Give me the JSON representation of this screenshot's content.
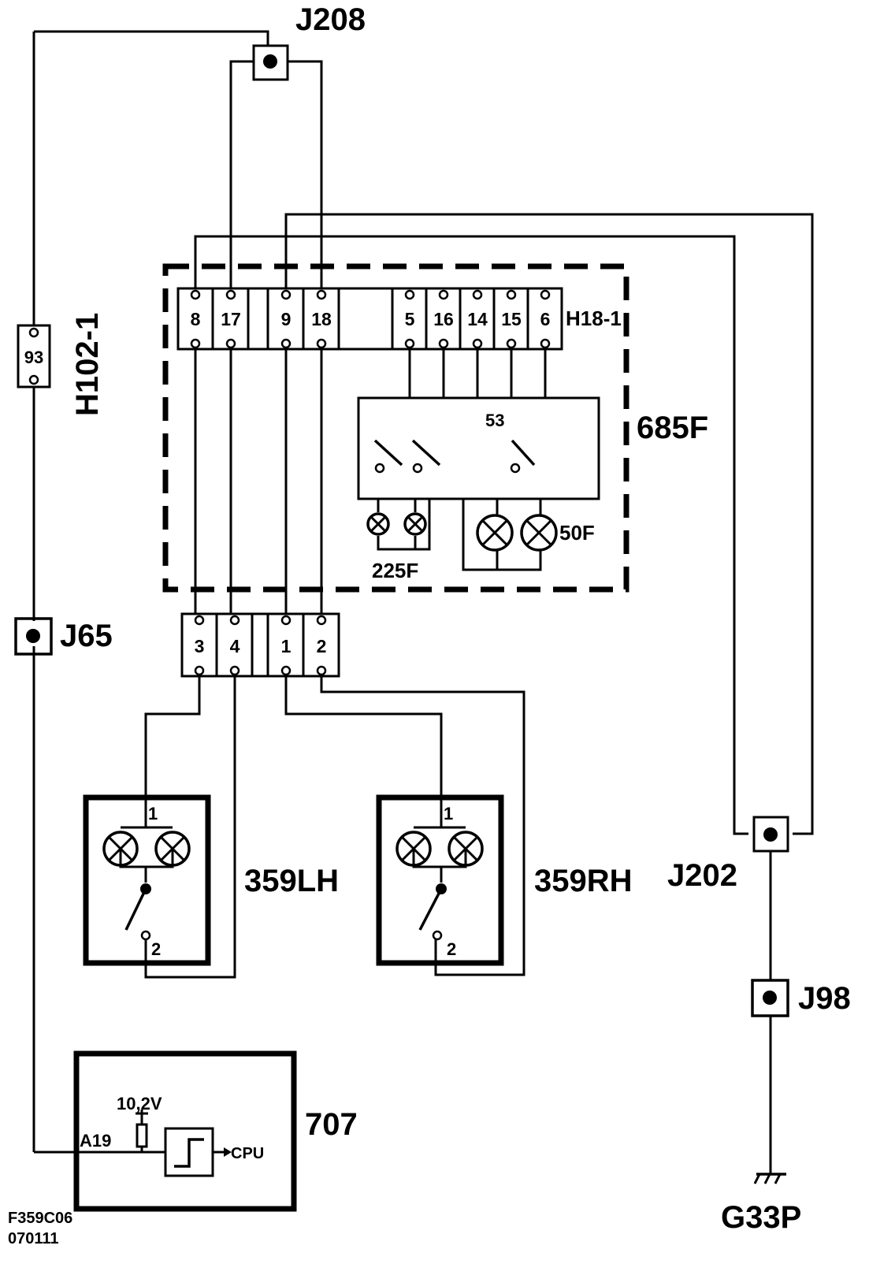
{
  "labels": {
    "j208": "J208",
    "h102": "H102-1",
    "h102_pin": "93",
    "h18": "H18-1",
    "unit685": "685F",
    "n53": "53",
    "lamps225": "225F",
    "lamps50": "50F",
    "j65": "J65",
    "lh": "359LH",
    "rh": "359RH",
    "j202": "J202",
    "j98": "J98",
    "ecu": "707",
    "voltage": "10,2V",
    "a19": "A19",
    "cpu": "CPU",
    "ground": "G33P",
    "ref1": "F359C06",
    "ref2": "070111",
    "lamp_pin1": "1",
    "lamp_pin2": "2"
  },
  "upper_connector": [
    "8",
    "17",
    "9",
    "18",
    "5",
    "16",
    "14",
    "15",
    "6"
  ],
  "lower_connector": [
    "3",
    "4",
    "1",
    "2"
  ]
}
